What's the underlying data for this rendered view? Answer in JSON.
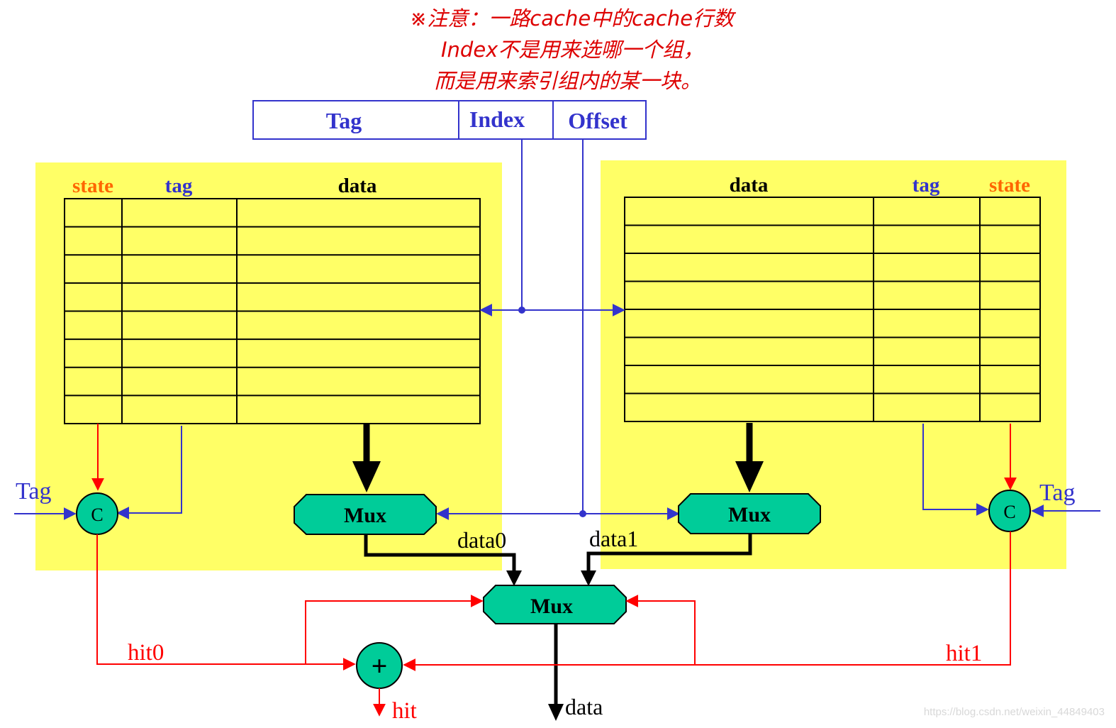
{
  "note": {
    "line1": "※注意：一路cache中的cache行数",
    "line2": "Index不是用来选哪一个组，",
    "line3": "而是用来索引组内的某一块。"
  },
  "address": {
    "tag": "Tag",
    "index": "Index",
    "offset": "Offset"
  },
  "left_way": {
    "state_label": "state",
    "tag_label": "tag",
    "data_label": "data",
    "rows": 8
  },
  "right_way": {
    "data_label": "data",
    "tag_label": "tag",
    "state_label": "state",
    "rows": 8
  },
  "mux": {
    "left": "Mux",
    "right": "Mux",
    "final": "Mux"
  },
  "comparator": {
    "left": "C",
    "right": "C"
  },
  "signals": {
    "tag_in_left": "Tag",
    "tag_in_right": "Tag",
    "data0": "data0",
    "data1": "data1",
    "hit0": "hit0",
    "hit1": "hit1",
    "or_gate": "+",
    "hit": "hit",
    "data_out": "data"
  },
  "colors": {
    "panel": "#ffff66",
    "blue": "#3333cc",
    "red": "#ff0000",
    "mux_fill": "#00cc99",
    "annotation": "#dd0000",
    "state_label": "#ff6600"
  },
  "watermark": "https://blog.csdn.net/weixin_44849403"
}
